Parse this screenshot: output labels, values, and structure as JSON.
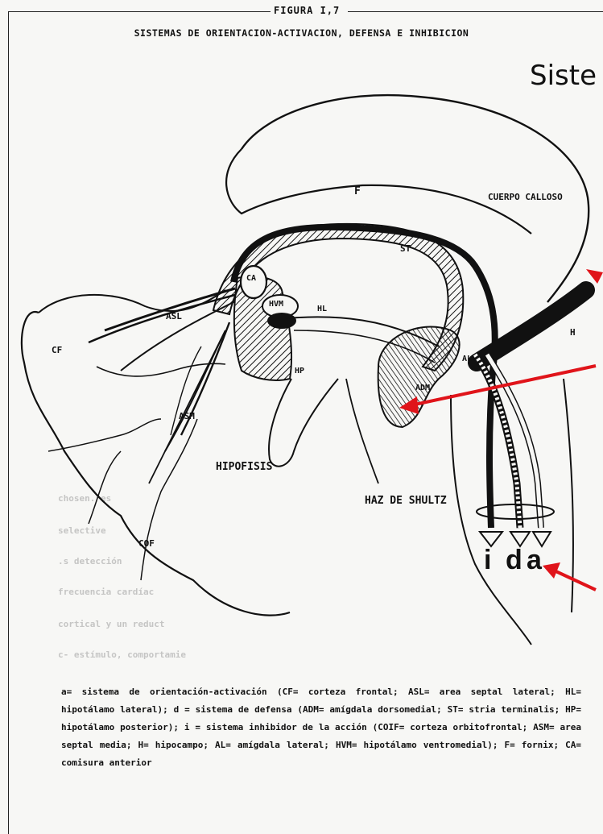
{
  "header": {
    "figure_label": "FIGURA I,7",
    "subtitle": "SISTEMAS DE ORIENTACION-ACTIVACION, DEFENSA E INHIBICION"
  },
  "overlay_heading": "Siste",
  "diagram": {
    "labels": {
      "F": "F",
      "cuerpo_calloso": "CUERPO CALLOSO",
      "ST": "ST",
      "CA": "CA",
      "HL": "HL",
      "ASL": "ASL",
      "HVM": "HVM",
      "CF": "CF",
      "HP": "HP",
      "AL": "AL",
      "ADM": "ADM",
      "H": "H",
      "ASM": "ASM",
      "hipofisis": "HIPOFISIS",
      "haz_de_shultz": "HAZ DE SHULTZ",
      "COF": "COF"
    },
    "pathway_letters": [
      "i",
      "d",
      "a"
    ]
  },
  "ghost_text": [
    "chosen. es",
    "selective ",
    ".s detección",
    "frecuencia cardíac",
    "cortical y un reduct",
    "c- estímulo, comportamie"
  ],
  "colors": {
    "arrow": "#e0141a",
    "ink": "#111111",
    "paper": "#f7f7f5"
  },
  "caption": "a= sistema de orientación-activación (CF= corteza frontal; ASL= area septal lateral; HL= hipotálamo lateral); d = sistema de defensa (ADM= amígdala dorsomedial; ST= stria terminalis; HP= hipotálamo posterior); i = sistema inhibidor de la acción (COIF= corteza orbitofrontal; ASM= area septal media; H= hipocampo; AL= amígdala lateral; HVM= hipotálamo ventromedial); F= fornix; CA= comisura anterior"
}
